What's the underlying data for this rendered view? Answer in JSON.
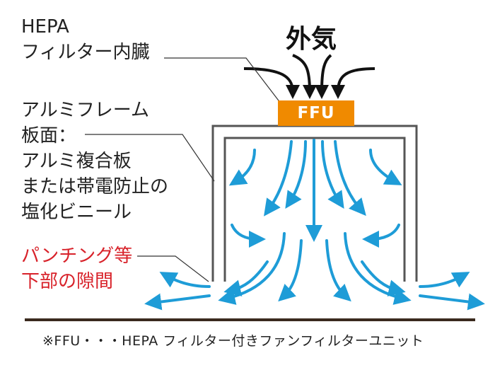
{
  "labels": {
    "hepa_line1": "HEPA",
    "hepa_line2": "フィルター内臓",
    "outside_air": "外気",
    "frame": "アルミフレーム",
    "panel_line1": "板面：",
    "panel_line2": "アルミ複合板",
    "panel_line3": "または帯電防止の",
    "panel_line4": "塩化ビニール",
    "gap_line1": "パンチング等",
    "gap_line2": "下部の隙間",
    "ffu": "FFU",
    "footnote": "※FFU・・・HEPA フィルター付きファンフィルターユニット"
  },
  "colors": {
    "airflow": "#1e9cd7",
    "ffu": "#f08a00",
    "frame": "#555555",
    "floor": "#3a2a1e",
    "warning_text": "#d8222a",
    "leader": "#333333",
    "intake": "#111111"
  }
}
